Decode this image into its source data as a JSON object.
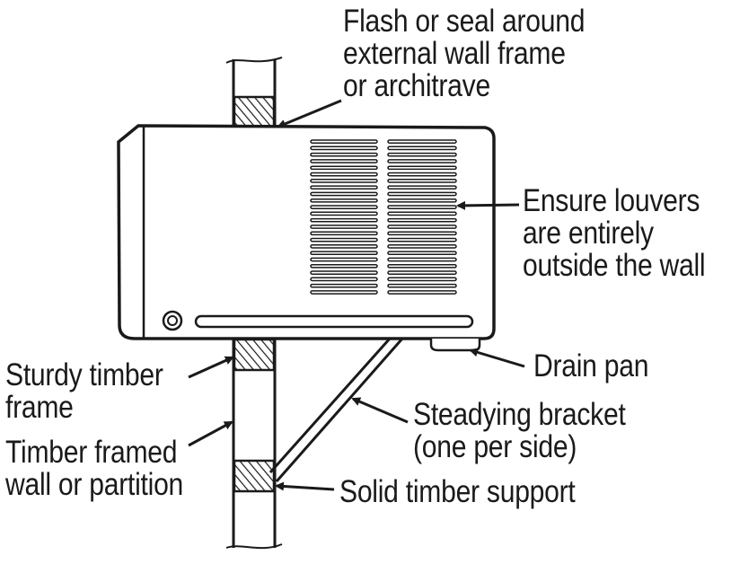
{
  "labels": {
    "flash_seal": [
      "Flash or seal around",
      "external wall frame",
      "or architrave"
    ],
    "louvers": [
      "Ensure louvers",
      "are entirely",
      "outside the wall"
    ],
    "drain_pan": [
      "Drain pan"
    ],
    "sturdy_frame": [
      "Sturdy timber",
      "frame"
    ],
    "steadying_bracket": [
      "Steadying bracket",
      "(one per side)"
    ],
    "timber_wall": [
      "Timber framed",
      "wall or partition"
    ],
    "solid_support": [
      "Solid timber support"
    ]
  },
  "colors": {
    "ink": "#1a1a1a",
    "paper": "#ffffff"
  }
}
